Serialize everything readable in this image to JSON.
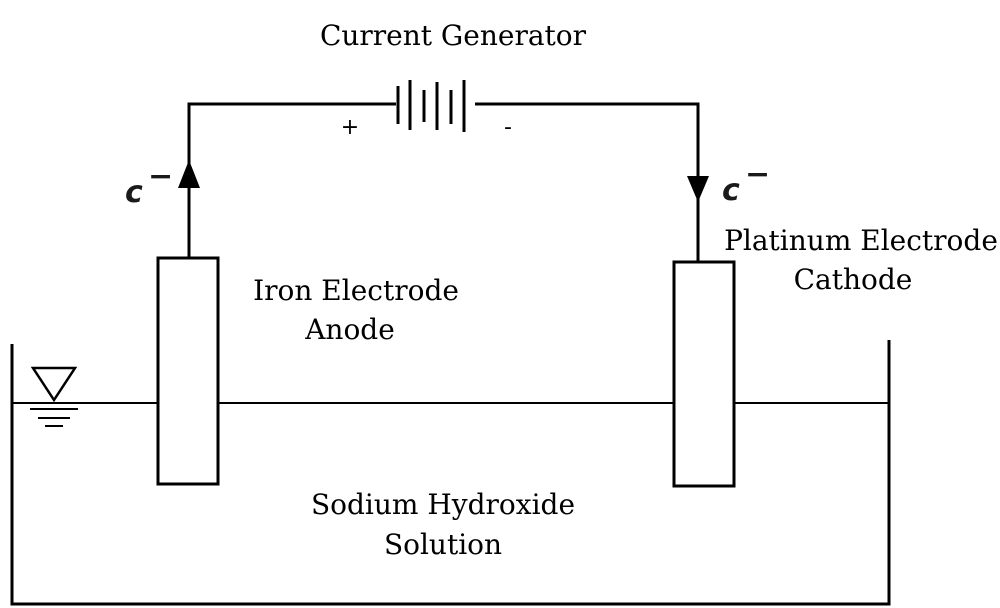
{
  "labels": {
    "generator": "Current Generator",
    "plus": "+",
    "minus": "-",
    "electron_left": "c",
    "electron_right": "c",
    "electron_superscript": "−",
    "anode_line1": "Iron Electrode",
    "anode_line2": "Anode",
    "cathode_line1": "Platinum Electrode",
    "cathode_line2": "Cathode",
    "solution_line1": "Sodium Hydroxide",
    "solution_line2": "Solution"
  }
}
